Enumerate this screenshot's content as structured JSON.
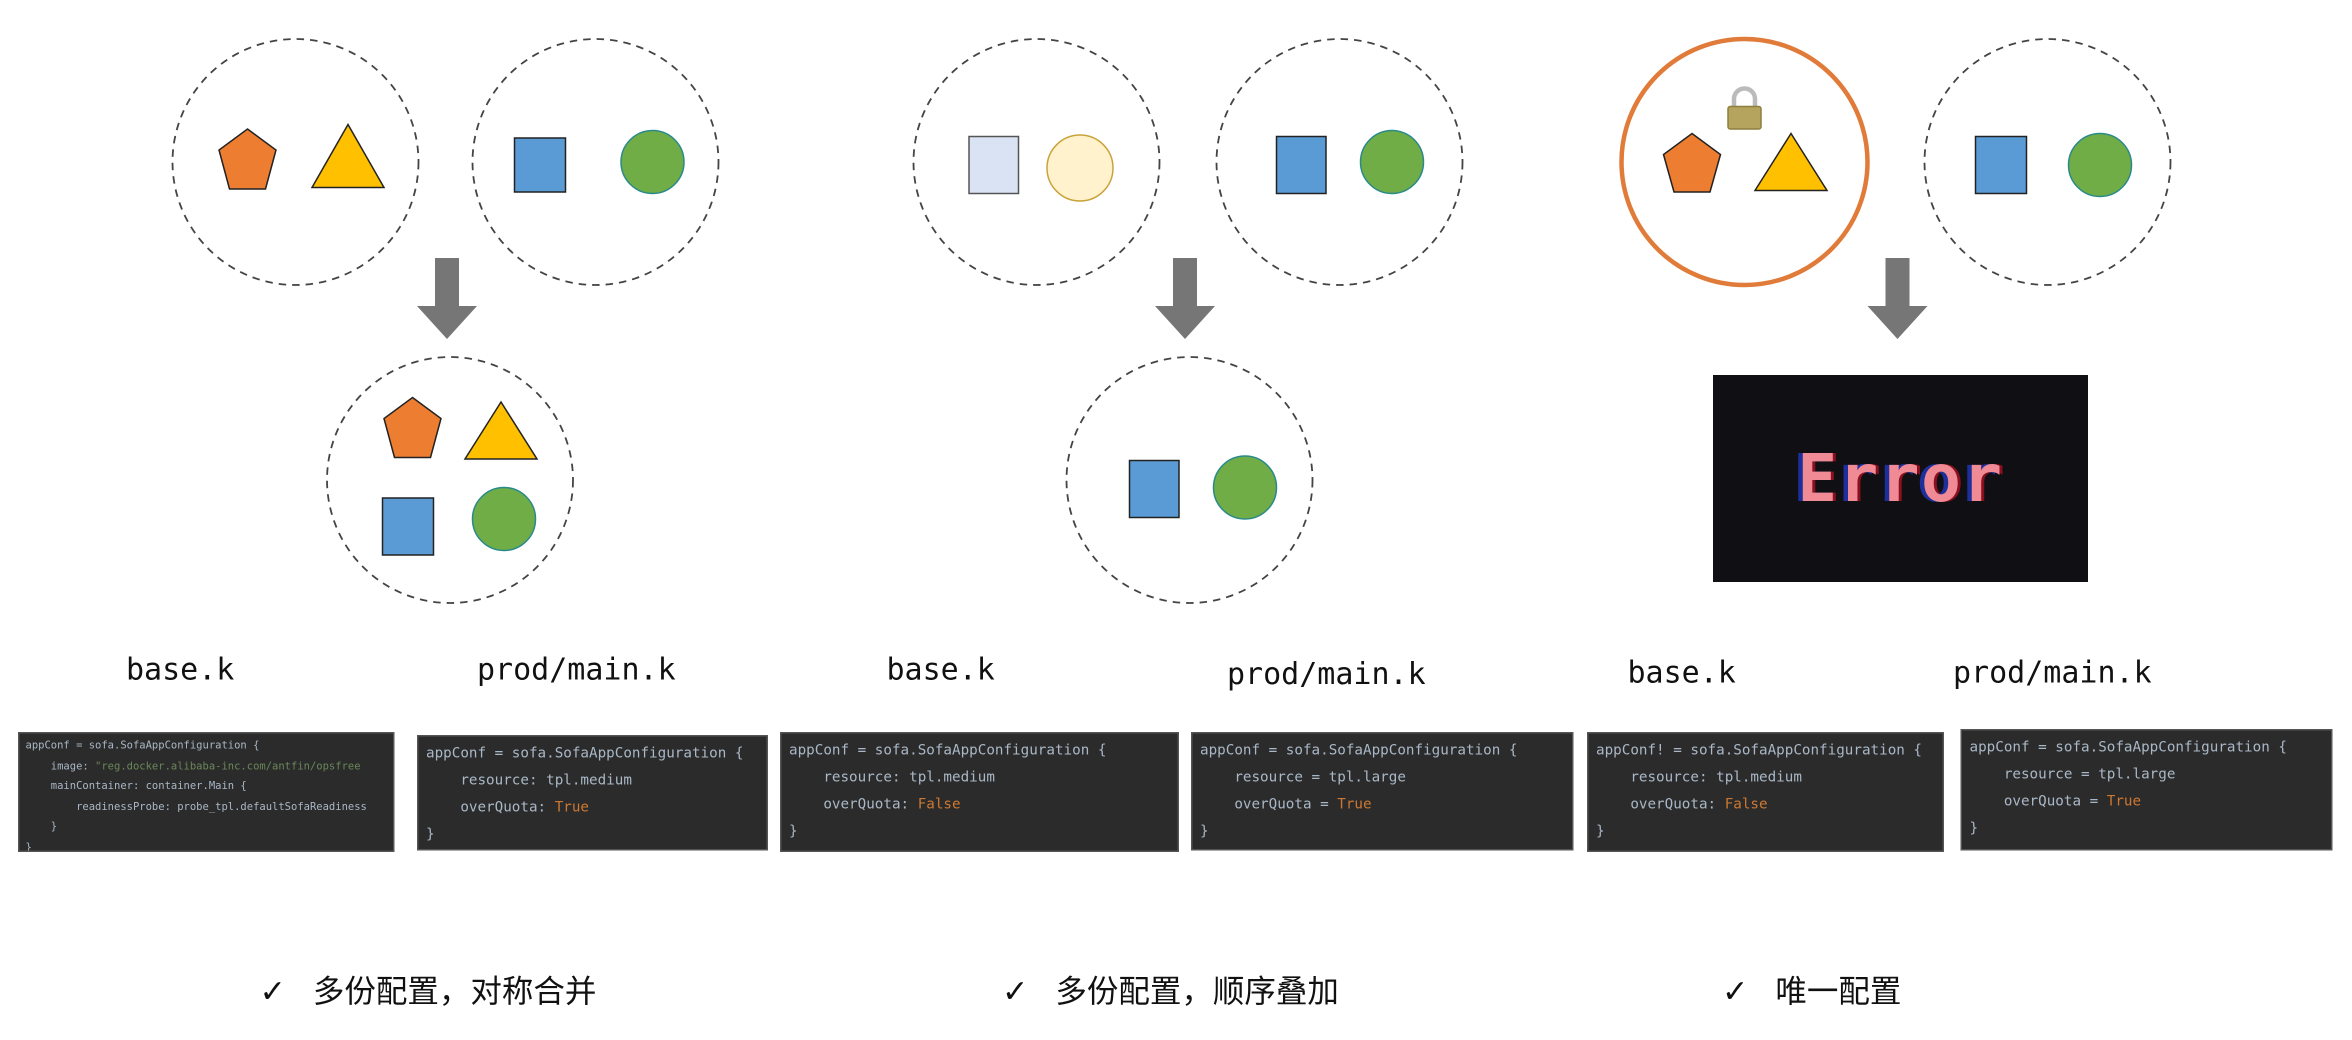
{
  "colors": {
    "pentagon": "#ed7d31",
    "triangle": "#ffc000",
    "square": "#5b9bd5",
    "circle": "#70ad47",
    "pale_square": "#dae3f3",
    "pale_circle": "#fff2cc",
    "locked_ring": "#e07b39",
    "arrow": "#767676",
    "code_bg": "#2b2b2b",
    "code_text": "#a9b7c6",
    "code_literal": "#cc7832"
  },
  "groups": [
    {
      "base_label": "base.k",
      "prod_label": "prod/main.k",
      "caption_check": "✓",
      "caption": "多份配置，对称合并",
      "base_code": [
        {
          "t": "appConf = sofa.SofaAppConfiguration {"
        },
        {
          "t": "    image: ",
          "s": "\"reg.docker.alibaba-inc.com/antfin/opsfree"
        },
        {
          "t": "    mainContainer: container.Main {"
        },
        {
          "t": "        readinessProbe: probe_tpl.defaultSofaReadiness"
        },
        {
          "t": "    }"
        },
        {
          "t": "}"
        }
      ],
      "prod_code": [
        {
          "t": "appConf = sofa.SofaAppConfiguration {"
        },
        {
          "t": "    resource: tpl.medium"
        },
        {
          "t": "    overQuota: ",
          "k": "True"
        },
        {
          "t": "}"
        }
      ]
    },
    {
      "base_label": "base.k",
      "prod_label": "prod/main.k",
      "caption_check": "✓",
      "caption": "多份配置，顺序叠加",
      "base_code": [
        {
          "t": "appConf = sofa.SofaAppConfiguration {"
        },
        {
          "t": "    resource: tpl.medium"
        },
        {
          "t": "    overQuota: ",
          "k": "False"
        },
        {
          "t": "}"
        }
      ],
      "prod_code": [
        {
          "t": "appConf = sofa.SofaAppConfiguration {"
        },
        {
          "t": "    resource = tpl.large"
        },
        {
          "t": "    overQuota = ",
          "k": "True"
        },
        {
          "t": "}"
        }
      ]
    },
    {
      "base_label": "base.k",
      "prod_label": "prod/main.k",
      "caption_check": "✓",
      "caption": "唯一配置",
      "error_text": "Error",
      "base_code": [
        {
          "t": "appConf! = sofa.SofaAppConfiguration {"
        },
        {
          "t": "    resource: tpl.medium"
        },
        {
          "t": "    overQuota: ",
          "k": "False"
        },
        {
          "t": "}"
        }
      ],
      "prod_code": [
        {
          "t": "appConf = sofa.SofaAppConfiguration {"
        },
        {
          "t": "    resource = tpl.large"
        },
        {
          "t": "    overQuota = ",
          "k": "True"
        },
        {
          "t": "}"
        }
      ]
    }
  ]
}
